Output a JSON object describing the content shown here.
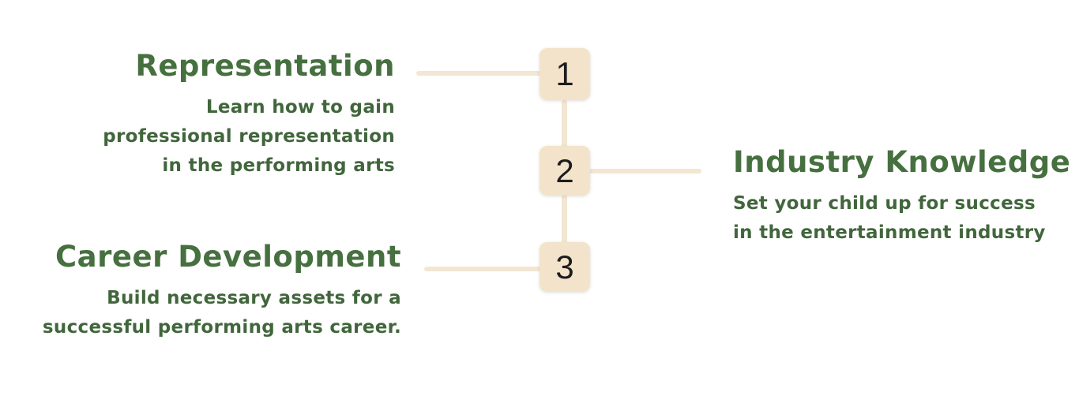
{
  "diagram": {
    "type": "vertical-step-timeline",
    "steps": [
      {
        "number": "1",
        "title": "Representation",
        "description": "Learn how to gain professional representation in the performing arts",
        "description_lines": [
          "Learn how to gain",
          "professional representation",
          "in the performing arts"
        ],
        "side": "left"
      },
      {
        "number": "2",
        "title": "Industry Knowledge",
        "description": "Set your child up for success in the entertainment industry",
        "description_lines": [
          "Set your child up for success",
          "in the entertainment industry"
        ],
        "side": "right"
      },
      {
        "number": "3",
        "title": "Career Development",
        "description": "Build necessary assets for a successful performing arts career.",
        "description_lines": [
          "Build necessary assets for a",
          "successful performing arts career."
        ],
        "side": "left"
      }
    ],
    "colors": {
      "background": "#ffffff",
      "title_green": "#46703f",
      "body_green": "#41663c",
      "box_cream": "#f2e3ca",
      "connector_cream": "#f3e6d2",
      "number_dark": "#1d1d1f"
    }
  }
}
